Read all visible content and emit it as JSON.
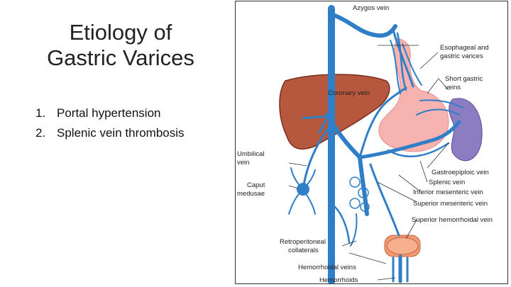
{
  "slide": {
    "title_line1": "Etiology of",
    "title_line2": "Gastric Varices",
    "items": [
      {
        "number": "1.",
        "text": "Portal hypertension"
      },
      {
        "number": "2.",
        "text": "Splenic vein thrombosis"
      }
    ]
  },
  "figure": {
    "labels": {
      "azygos": "Azygos vein",
      "esophageal1": "Esophageal and",
      "esophageal2": "gastric varices",
      "short_gastric1": "Short gastric",
      "short_gastric2": "veins",
      "coronary": "Coronary vein",
      "umbilical1": "Umbilical",
      "umbilical2": "vein",
      "caput1": "Caput",
      "caput2": "medusae",
      "gastroepiploic": "Gastroepiploic vein",
      "splenic": "Splenic vein",
      "inferior_mesenteric": "Inferior mesenteric vein",
      "superior_mesenteric": "Superior mesenteric vein",
      "superior_hemorrhoidal": "Superior hemorrhoidal vein",
      "retroperitoneal1": "Retroperitoneal",
      "retroperitoneal2": "collaterals",
      "hemorrhoidal": "Hemorrhoidal veins",
      "hemorrhoids": "Hemorrhoids"
    },
    "colors": {
      "vein": "#2f7fc8",
      "liver": "#b5583d",
      "stomach": "#f6b3b0",
      "spleen": "#8c7cc1",
      "rectum": "#f29a73"
    }
  }
}
